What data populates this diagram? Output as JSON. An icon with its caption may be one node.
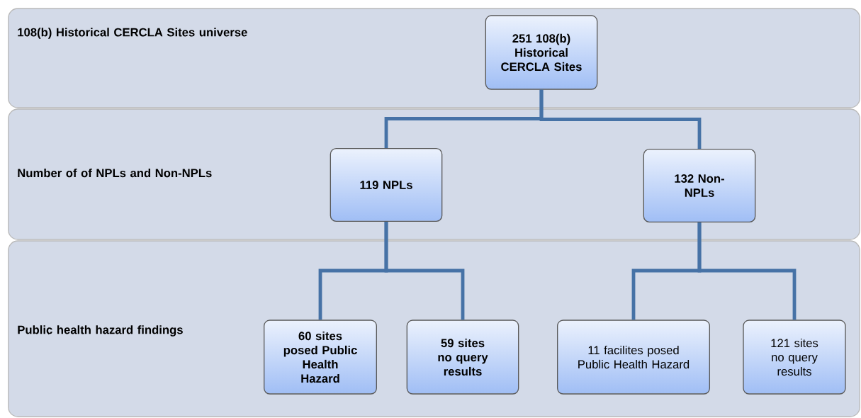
{
  "diagram": {
    "nodes": [
      {
        "text": [
          "108(b) Historical CERCLA Sites universe"
        ]
      },
      {
        "text": [
          "Number of  of NPLs and Non-NPLs"
        ]
      },
      {
        "text": [
          "Public health hazard findings"
        ]
      },
      {
        "text": [
          "251 108(b) Historical CERCLA Sites"
        ],
        "in": 0
      },
      {
        "text": [
          "119 NPLs"
        ],
        "in": 1
      },
      {
        "text": [
          "132 Non-NPLs"
        ],
        "in": 1
      },
      {
        "text": [
          "60 sites posed Public Health Hazard"
        ],
        "in": 2
      },
      {
        "text": [
          "59  sites no query results"
        ],
        "in": 2
      },
      {
        "text": [
          "11 facilites posed Public Health Hazard"
        ],
        "in": 2
      },
      {
        "text": [
          "121 sites no query results"
        ],
        "in": 2
      }
    ],
    "edges": [
      {
        "from": 3,
        "to": 4,
        "arrow": "none"
      },
      {
        "from": 3,
        "to": 5,
        "arrow": "none"
      },
      {
        "from": 4,
        "to": 6,
        "arrow": "none"
      },
      {
        "from": 4,
        "to": 7,
        "arrow": "none"
      },
      {
        "from": 5,
        "to": 8,
        "arrow": "none"
      },
      {
        "from": 5,
        "to": 9,
        "arrow": "none"
      }
    ]
  }
}
